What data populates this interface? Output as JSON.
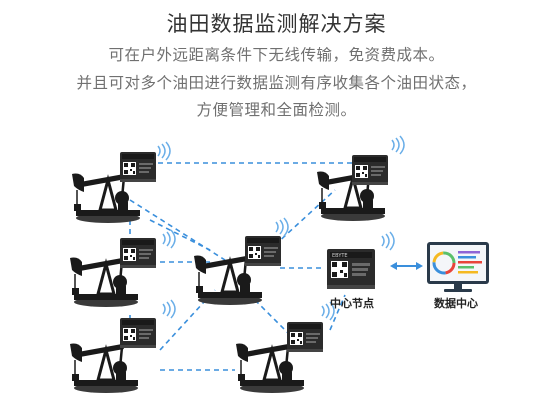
{
  "title": "油田数据监测解决方案",
  "description": [
    "可在户外远距离条件下无线传输，免资费成本。",
    "并且可对多个油田进行数据监测有序收集各个油田状态，",
    "方便管理和全面检测。"
  ],
  "labels": {
    "center_node": "中心节点",
    "data_center": "数据中心"
  },
  "module_brand": "EBYTE",
  "colors": {
    "link_line": "#3a8fdc",
    "arrow": "#3a8fdc",
    "wifi": "#6aaee8",
    "pump": "#1a1a1a",
    "module": "#2b2b2b"
  }
}
